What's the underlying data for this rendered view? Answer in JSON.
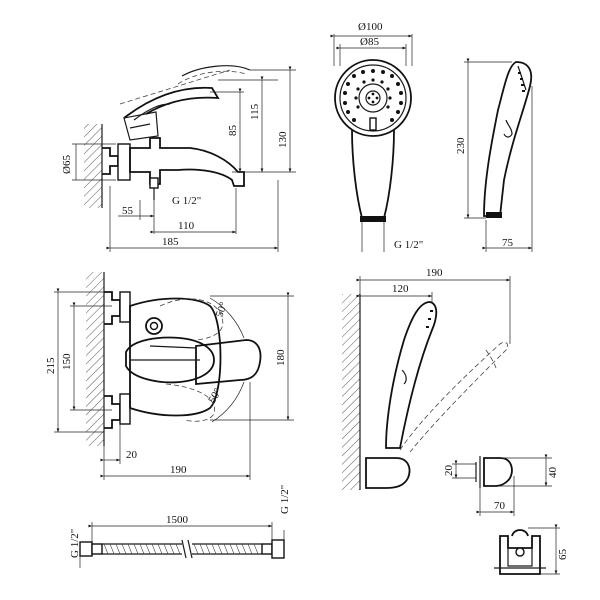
{
  "views": {
    "faucet_side": {
      "dims": {
        "d65": "Ø65",
        "h85": "85",
        "h115": "115",
        "h130": "130",
        "w55": "55",
        "w110": "110",
        "w185": "185",
        "thread": "G 1/2\""
      }
    },
    "shower_head": {
      "dims": {
        "d100": "Ø100",
        "d85": "Ø85",
        "thread": "G 1/2\"",
        "h230": "230",
        "w75": "75"
      }
    },
    "faucet_top": {
      "dims": {
        "h215": "215",
        "h150": "150",
        "h180": "180",
        "w20": "20",
        "w190": "190",
        "a50a": "50°",
        "a50b": "50°"
      }
    },
    "holder_assembly": {
      "dims": {
        "w190": "190",
        "w120": "120"
      }
    },
    "holder_detail": {
      "dims": {
        "h20": "20",
        "h40": "40",
        "w70": "70",
        "h65": "65"
      }
    },
    "hose": {
      "dims": {
        "len": "1500",
        "thread_left": "G 1/2\"",
        "thread_right": "G 1/2\""
      }
    }
  }
}
